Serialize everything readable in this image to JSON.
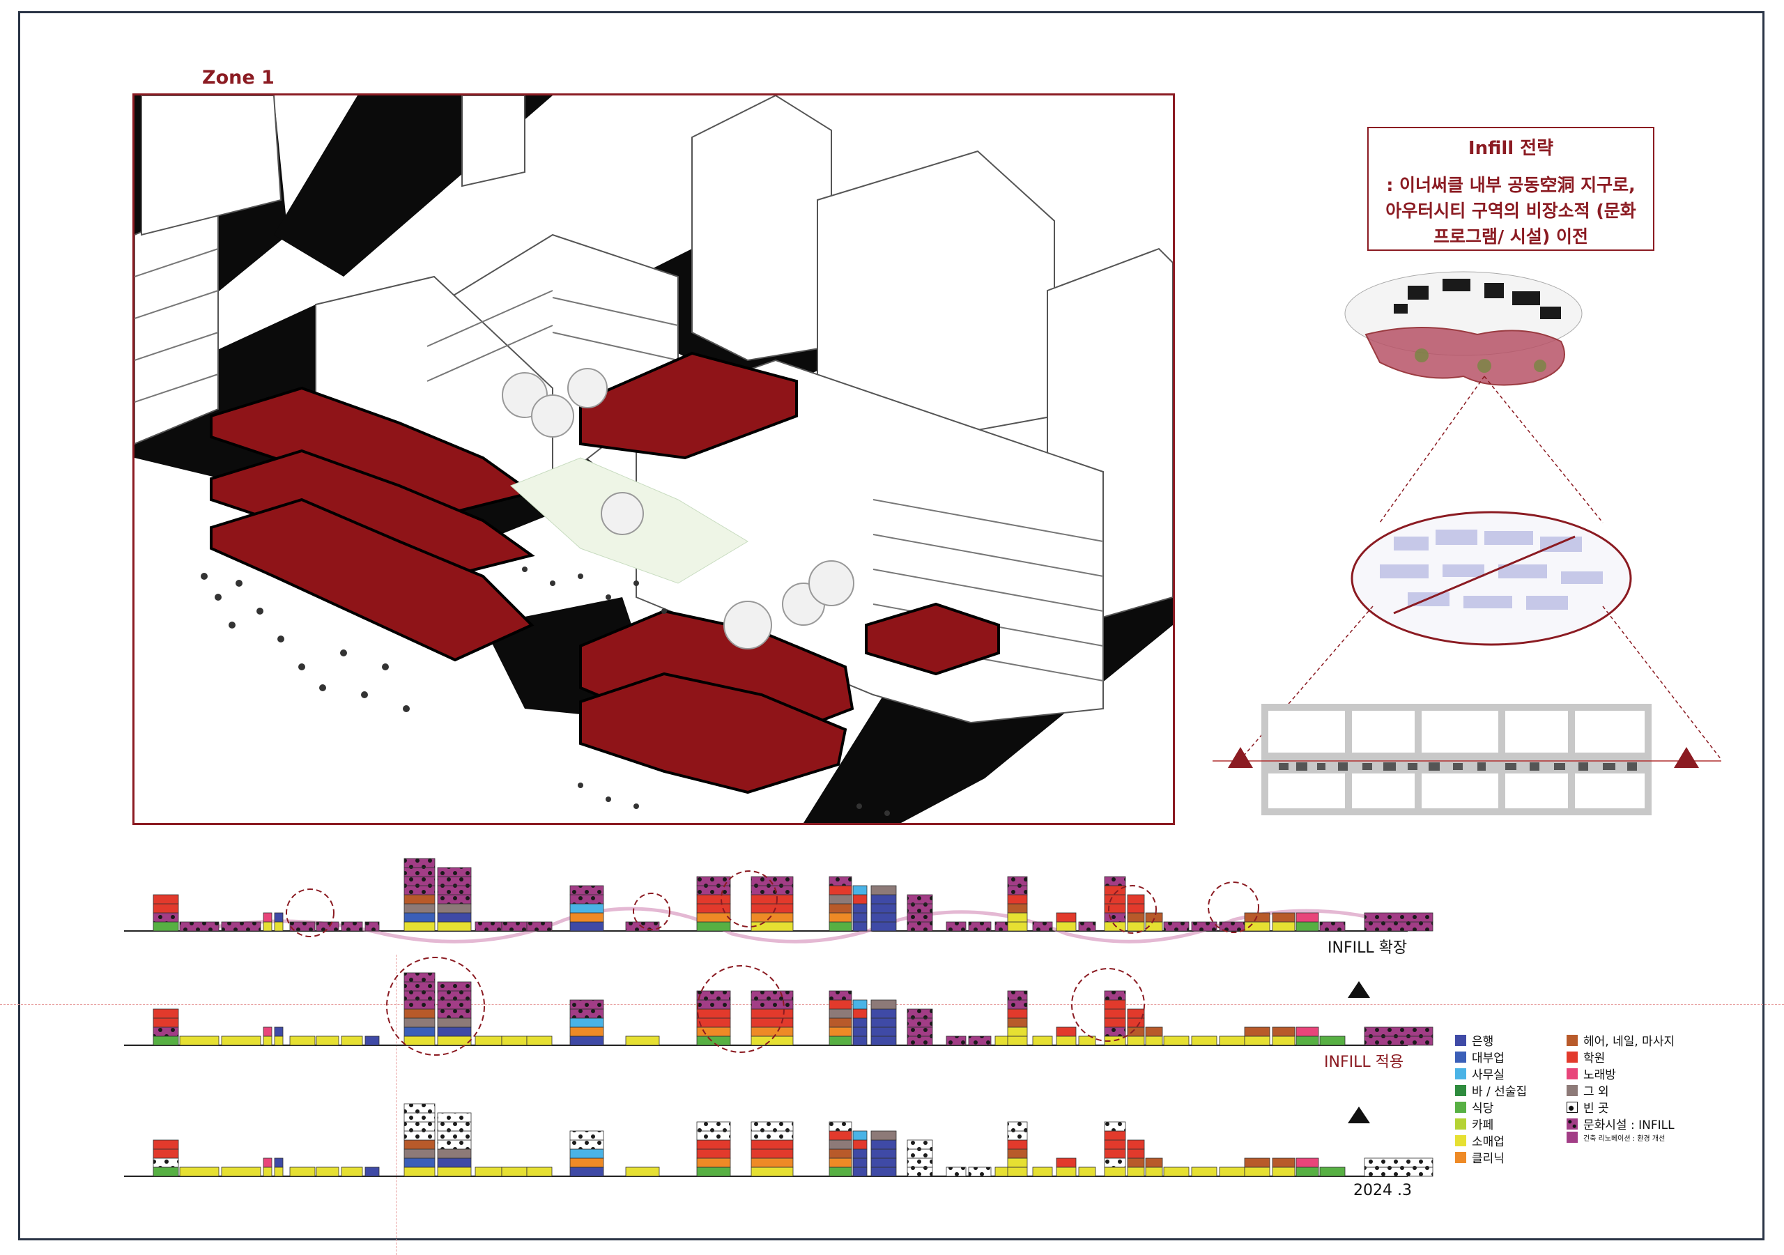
{
  "zone_title": "Zone 1",
  "strategy": {
    "title": "Infill 전략",
    "description": ": 이너써클 내부 공동空洞 지구로, 아우터시티 구역의 비장소적 (문화 프로그램/ 시설) 이전"
  },
  "rows": {
    "expand_label": "INFILL 확장",
    "apply_label": "INFILL 적용",
    "current_label": "2024 .3"
  },
  "legend": {
    "items": [
      {
        "label": "은행",
        "color": "#3f4aa6"
      },
      {
        "label": "대부업",
        "color": "#3b5fb8"
      },
      {
        "label": "사무실",
        "color": "#4ab3e6"
      },
      {
        "label": "바 / 선술집",
        "color": "#2e8b3e"
      },
      {
        "label": "식당",
        "color": "#57b043"
      },
      {
        "label": "카페",
        "color": "#b5d334"
      },
      {
        "label": "소매업",
        "color": "#e6e032"
      },
      {
        "label": "클리닉",
        "color": "#ee8a26"
      },
      {
        "label": "헤어, 네일, 마사지",
        "color": "#b85a2a"
      },
      {
        "label": "학원",
        "color": "#e23a2c"
      },
      {
        "label": "노래방",
        "color": "#e8457a"
      },
      {
        "label": "그 외",
        "color": "#8d7a78"
      },
      {
        "label": "빈 곳",
        "color": "#ffffff"
      },
      {
        "label": "문화시설 : INFILL",
        "color": "#a23d86"
      },
      {
        "label": "건축 리노베이션 : 환경 개선",
        "color": "#a23d86"
      }
    ]
  },
  "colors": {
    "accent": "#8b1b22",
    "infill": "#a23d86",
    "floor_red": "#8f1418",
    "road": "#0b0b0b"
  }
}
